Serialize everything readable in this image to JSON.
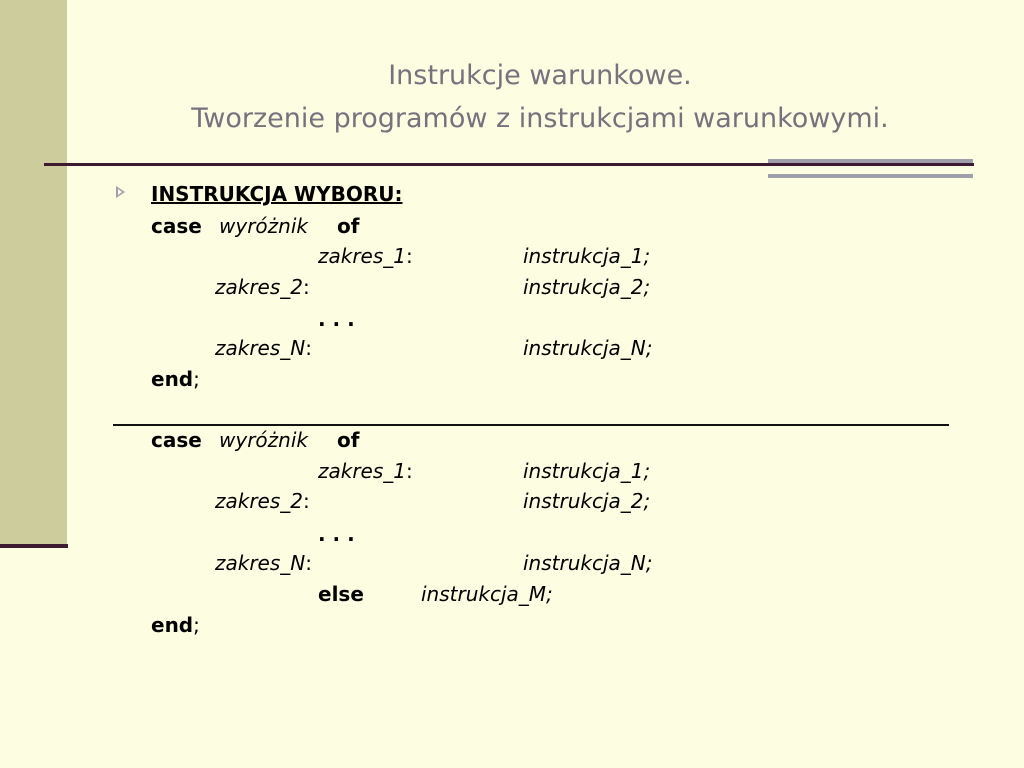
{
  "slide": {
    "title_line1": "Instrukcje warunkowe.",
    "title_line2": "Tworzenie programów z instrukcjami warunkowymi.",
    "heading": "INSTRUKCJA WYBORU:"
  },
  "code": {
    "case": "case",
    "of": "of",
    "end": "end",
    "else": "else",
    "selector": "wyróżnik",
    "range_1": "zakres_1",
    "range_2": "zakres_2",
    "range_n": "zakres_N",
    "colon": ":",
    "semicolon": ";",
    "instr_1": "instrukcja_1;",
    "instr_2": "instrukcja_2;",
    "instr_n": "instrukcja_N;",
    "instr_m": "instrukcja_M;",
    "ellipsis": ". . ."
  }
}
